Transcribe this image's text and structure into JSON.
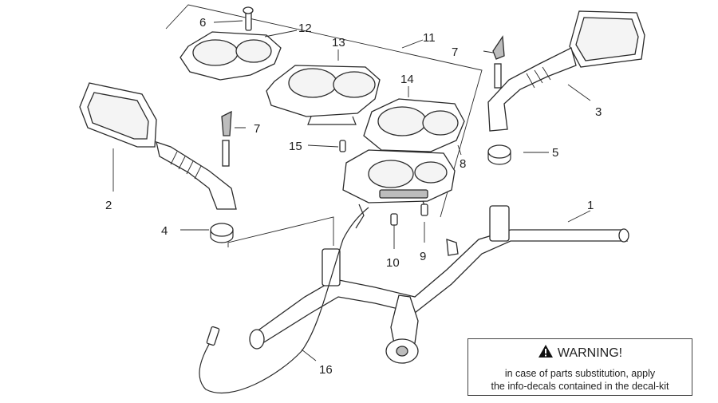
{
  "callouts": {
    "c1": "1",
    "c2": "2",
    "c3": "3",
    "c4": "4",
    "c5": "5",
    "c6": "6",
    "c7a": "7",
    "c7b": "7",
    "c8": "8",
    "c9": "9",
    "c10": "10",
    "c11": "11",
    "c12": "12",
    "c13": "13",
    "c14": "14",
    "c15": "15",
    "c16": "16"
  },
  "warning": {
    "icon": "warning-triangle-icon",
    "title": "WARNING!",
    "line1": "in case of parts substitution, apply",
    "line2": "the info-decals contained in the decal-kit"
  }
}
